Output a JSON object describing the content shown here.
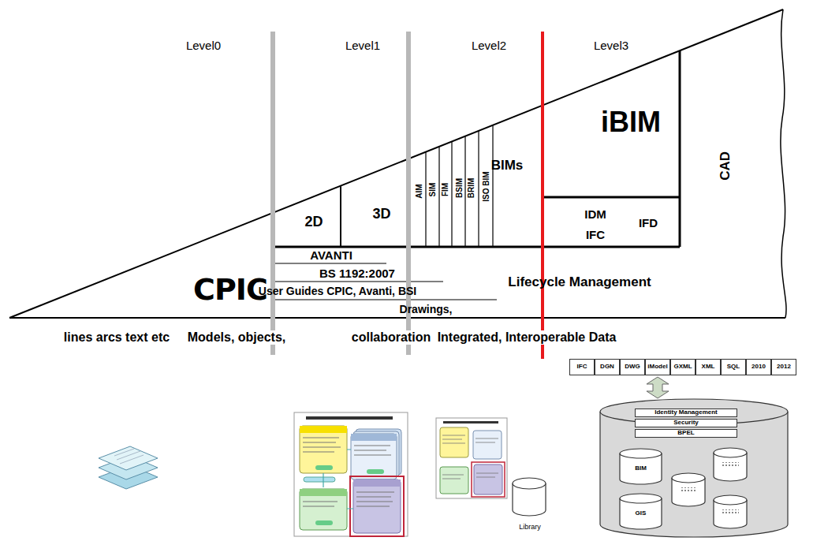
{
  "diagram": {
    "nodes": [
      {
        "text": [
          "iBIM"
        ]
      },
      {
        "text": [
          "IDM",
          "IFC",
          "IFD"
        ]
      },
      {
        "text": [
          "IFC"
        ]
      },
      {
        "text": [
          "DGN"
        ]
      },
      {
        "text": [
          "DWG"
        ]
      },
      {
        "text": [
          "iModel"
        ]
      },
      {
        "text": [
          "GXML"
        ]
      },
      {
        "text": [
          "XML"
        ]
      },
      {
        "text": [
          "SQL"
        ]
      },
      {
        "text": [
          "2010"
        ]
      },
      {
        "text": [
          "2012"
        ]
      },
      {
        "text": []
      },
      {
        "text": [
          "Identity Management"
        ],
        "in": 11
      },
      {
        "text": [
          "Security"
        ],
        "in": 11
      },
      {
        "text": [
          "BPEL"
        ],
        "in": 11
      },
      {
        "text": [
          "BIM"
        ],
        "in": 11
      },
      {
        "text": [
          "GIS"
        ],
        "in": 11
      },
      {
        "text": [
          "Library"
        ]
      }
    ],
    "edges": [
      {
        "from": 5,
        "to": 11,
        "arrow": "both"
      }
    ],
    "labels": [
      "Level0",
      "Level1",
      "Level2",
      "Level3",
      "2D",
      "3D",
      "BIMs",
      "AIM",
      "SIM",
      "FIM",
      "BSIM",
      "BRIM",
      "ISO BIM",
      "Lifecycle Management",
      "CAD",
      "CPIC",
      "AVANTI",
      "BS 1192:2007",
      "User Guides CPIC, Avanti, BSI",
      "Drawings,",
      "lines arcs text etc",
      "Models, objects,",
      "collaboration",
      "Integrated, Interoperable Data"
    ]
  }
}
